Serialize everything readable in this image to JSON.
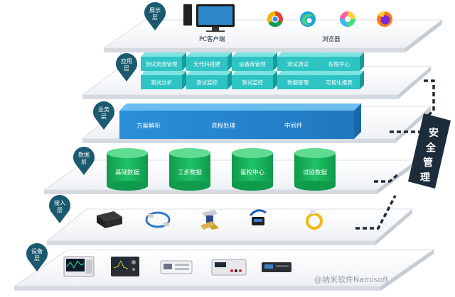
{
  "layers": {
    "display": {
      "name_line1": "展示",
      "name_line2": "层",
      "pc_label": "PC客户端",
      "browser_label": "浏览器"
    },
    "application": {
      "name_line1": "应用",
      "name_line2": "层",
      "row1": [
        "测试资源管理",
        "无代码搭建",
        "设备库管理",
        "测试调试",
        "权限中心"
      ],
      "row2": [
        "测试分析",
        "测试监控",
        "测试监控",
        "数据管理",
        "可视化报表"
      ]
    },
    "business": {
      "name_line1": "业务",
      "name_line2": "层",
      "items": [
        "方案解析",
        "流程处理",
        "中间件"
      ]
    },
    "data": {
      "name_line1": "数据",
      "name_line2": "层",
      "items": [
        "基础数据",
        "工步数据",
        "鉴权中心",
        "试验数据"
      ]
    },
    "access": {
      "name_line1": "接入",
      "name_line2": "层"
    },
    "device": {
      "name_line1": "设备",
      "name_line2": "层"
    }
  },
  "security": {
    "chars": [
      "安",
      "全",
      "管",
      "理"
    ]
  },
  "watermark": "@纳米软件Namisoft",
  "icons": {
    "display": [
      "desktop-pc-icon",
      "chrome-icon",
      "edge-icon",
      "safari-icon",
      "firefox-icon"
    ],
    "access": [
      "network-box-icon",
      "usb-cable-icon",
      "serial-adapter-icon",
      "usb-hub-icon",
      "ethernet-cable-icon"
    ],
    "device": [
      "oscilloscope-icon",
      "spectrum-analyzer-icon",
      "signal-generator-icon",
      "power-supply-icon",
      "electronic-load-icon"
    ]
  },
  "colors": {
    "pin": "#1b5a6e",
    "cube": "#2ec4c4",
    "business": "#2b8fd6",
    "cylinder": "#17b35b",
    "platform": "#f3f5f7"
  }
}
